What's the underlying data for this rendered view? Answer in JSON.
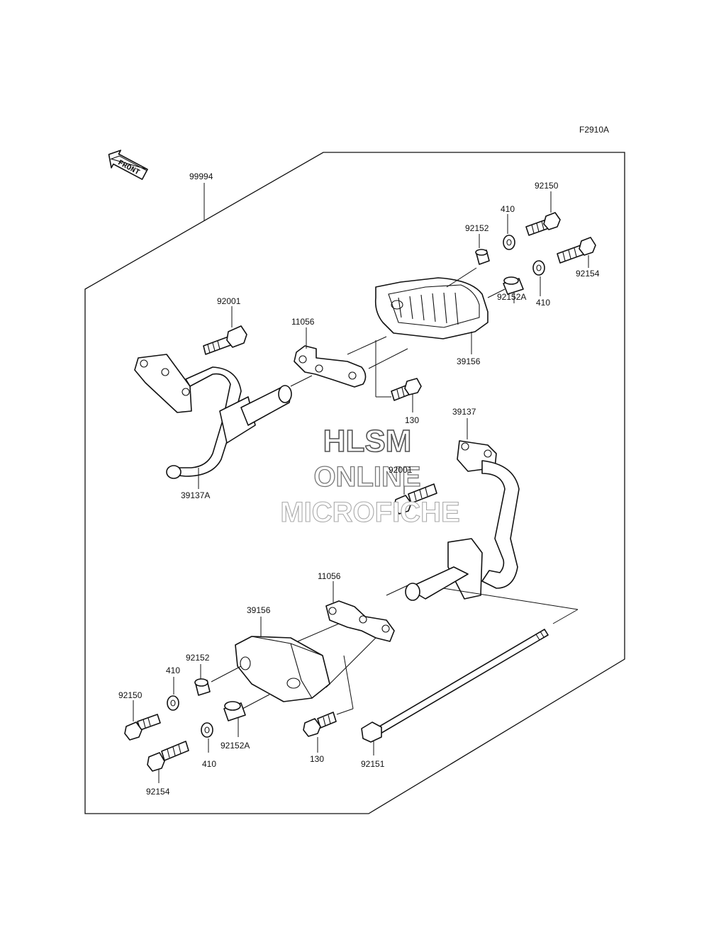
{
  "figure_code": "F2910A",
  "front_arrow": {
    "text": "FRONT"
  },
  "assembly_number": "99994",
  "watermark": {
    "line1": "HLSM",
    "line2": "ONLINE",
    "line3": "MICROFICHE"
  },
  "callouts": {
    "p92150_top": "92150",
    "p410_top_a": "410",
    "p92152_top": "92152",
    "p92154_top": "92154",
    "p410_top_b": "410",
    "p92152A_top": "92152A",
    "p92001_top": "92001",
    "p11056_top": "11056",
    "p39156_top": "39156",
    "p130_top": "130",
    "p39137": "39137",
    "p39137A": "39137A",
    "p92001_mid": "92001",
    "p11056_bottom": "11056",
    "p39156_bottom": "39156",
    "p92152_bottom": "92152",
    "p410_bottom_a": "410",
    "p92150_bottom": "92150",
    "p92152A_bottom": "92152A",
    "p410_bottom_b": "410",
    "p130_bottom": "130",
    "p92151": "92151",
    "p92154_bottom": "92154"
  }
}
